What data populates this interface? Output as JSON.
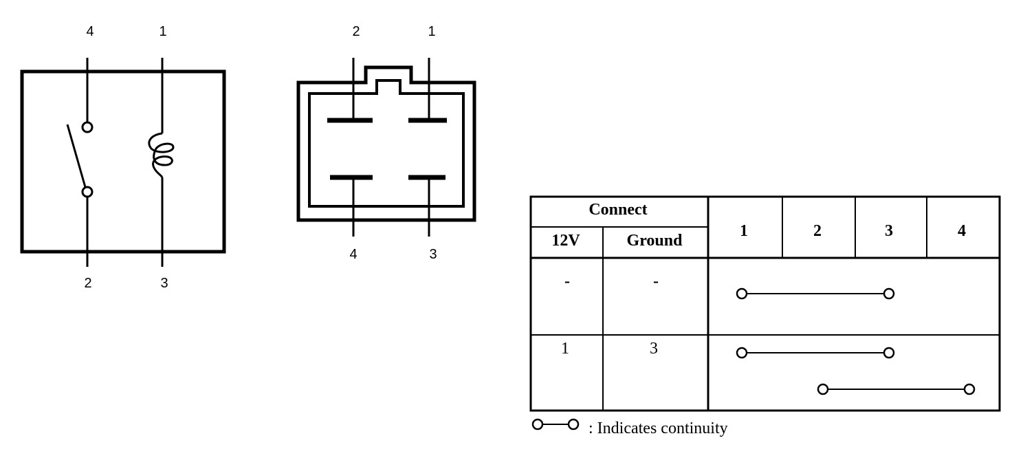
{
  "relay_schematic": {
    "top_labels": [
      "4",
      "1"
    ],
    "bottom_labels": [
      "2",
      "3"
    ]
  },
  "connector": {
    "top_labels": [
      "2",
      "1"
    ],
    "bottom_labels": [
      "4",
      "3"
    ]
  },
  "table": {
    "connect_header": "Connect",
    "col_12v": "12V",
    "col_ground": "Ground",
    "terminals": [
      "1",
      "2",
      "3",
      "4"
    ],
    "rows": [
      {
        "v12": "-",
        "ground": "-",
        "continuity": [
          [
            "1",
            "3"
          ]
        ]
      },
      {
        "v12": "1",
        "ground": "3",
        "continuity": [
          [
            "1",
            "3"
          ],
          [
            "2",
            "4"
          ]
        ]
      }
    ]
  },
  "legend": {
    "text": ": Indicates continuity"
  }
}
